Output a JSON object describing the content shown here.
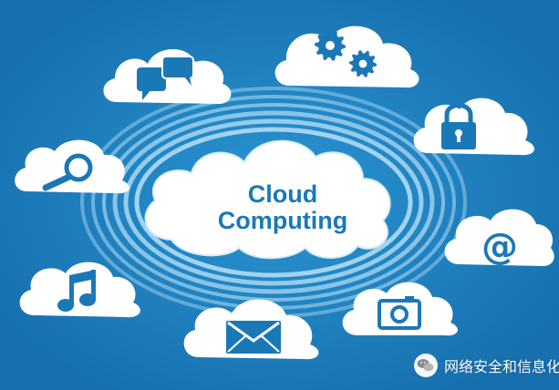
{
  "diagram": {
    "title_line1": "Cloud",
    "title_line2": "Computing",
    "satellite_icons": [
      "chat-bubbles-icon",
      "gears-icon",
      "magnifier-icon",
      "lock-icon",
      "at-sign-icon",
      "music-note-icon",
      "envelope-icon",
      "camera-icon"
    ],
    "at_symbol": "@"
  },
  "watermark": {
    "text": "网络安全和信息化"
  },
  "colors": {
    "background": "#1f86c4",
    "icon": "#1b78b7",
    "cloud": "#ffffff",
    "ring": "#9fd2ee"
  }
}
